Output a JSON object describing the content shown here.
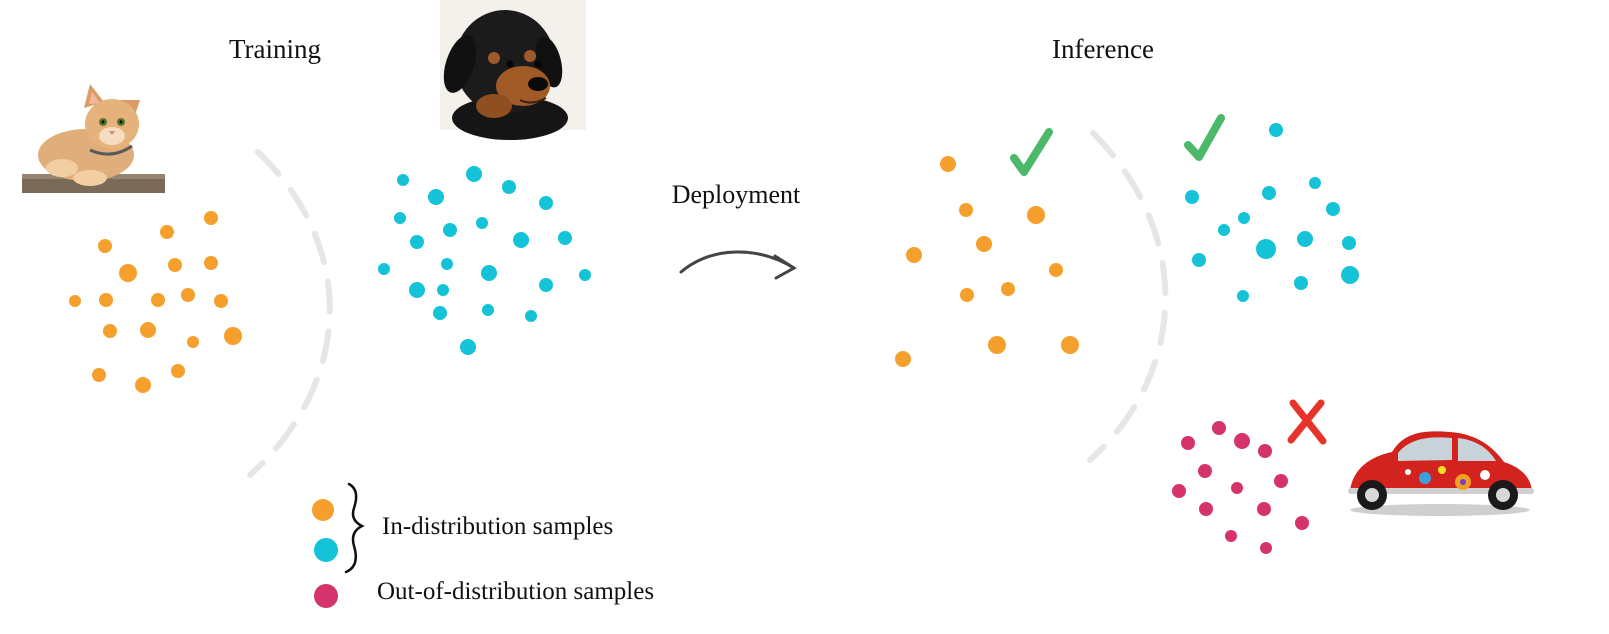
{
  "titles": {
    "training": "Training",
    "inference": "Inference",
    "deployment": "Deployment"
  },
  "legend": {
    "in_distribution": "In-distribution samples",
    "out_of_distribution": "Out-of-distribution samples"
  },
  "colors": {
    "orange": "#f5a02c",
    "cyan": "#15c3d8",
    "magenta": "#d4336b",
    "check": "#4cb86a",
    "cross": "#e8332a",
    "boundary": "#e6e6e6",
    "arrow": "#444444"
  },
  "icons": {
    "cat": "cat-photo",
    "dog": "puppy-photo",
    "car": "red-beetle-car",
    "check": "checkmark-icon",
    "cross": "cross-icon"
  }
}
